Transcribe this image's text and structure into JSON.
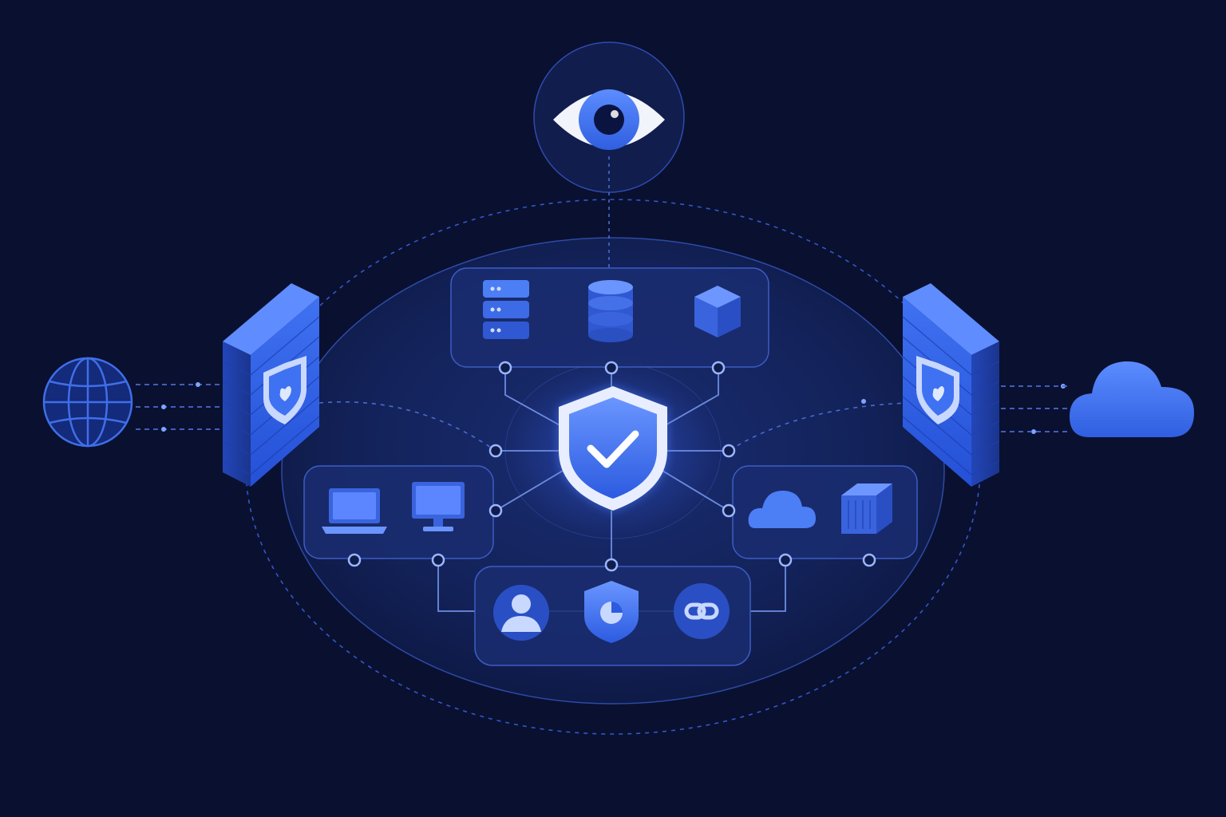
{
  "colors": {
    "background": "#0a1030",
    "accent": "#3b6cf0",
    "accent_light": "#7aa0ff",
    "line": "#5b7fd9",
    "panel_fill": "#1a2c6e",
    "glow": "#4d7dff"
  },
  "diagram": {
    "nodes": [
      {
        "id": "monitoring",
        "icon": "eye-icon"
      },
      {
        "id": "central-security",
        "icon": "shield-check-icon"
      },
      {
        "id": "left-firewall",
        "icon": "firewall-icon"
      },
      {
        "id": "right-firewall",
        "icon": "firewall-icon"
      },
      {
        "id": "internet",
        "icon": "globe-icon"
      },
      {
        "id": "external-cloud",
        "icon": "cloud-icon"
      },
      {
        "id": "data-group",
        "icons": [
          "server-icon",
          "database-icon",
          "cube-icon"
        ]
      },
      {
        "id": "endpoint-group",
        "icons": [
          "laptop-icon",
          "monitor-icon"
        ]
      },
      {
        "id": "cloud-group",
        "icons": [
          "cloud-icon",
          "container-icon"
        ]
      },
      {
        "id": "identity-group",
        "icons": [
          "user-icon",
          "shield-pie-icon",
          "link-icon"
        ]
      }
    ]
  }
}
